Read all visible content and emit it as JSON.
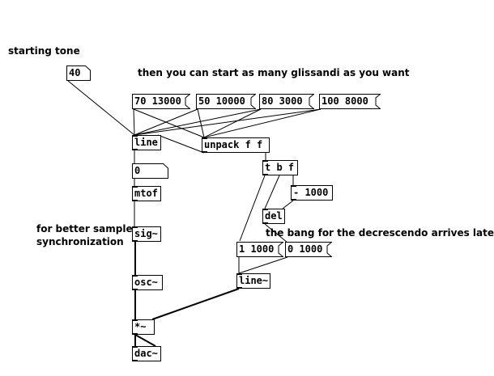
{
  "comments": {
    "starting_tone": "starting tone",
    "glissandi": "then you can start as many glissandi as you want",
    "sync_line1": "for better sample",
    "sync_line2": "synchronization",
    "decrescendo": "the bang for the decrescendo arrives later"
  },
  "number_boxes": {
    "start_tone": "40",
    "line_output": "0"
  },
  "messages": {
    "gliss_1": "70 13000",
    "gliss_2": "50 10000",
    "gliss_3": "80 3000",
    "gliss_4": "100 8000",
    "amp_on": "1 1000",
    "amp_off": "0 1000"
  },
  "objects": {
    "line": "line",
    "unpack": "unpack f f",
    "trigger": "t b f",
    "minus": "- 1000",
    "mtof": "mtof",
    "del": "del",
    "sig": "sig~",
    "osc": "osc~",
    "line_tilde": "line~",
    "mult": "*~",
    "dac": "dac~"
  },
  "colors": {
    "background": "#ffffff",
    "ink": "#000000"
  }
}
